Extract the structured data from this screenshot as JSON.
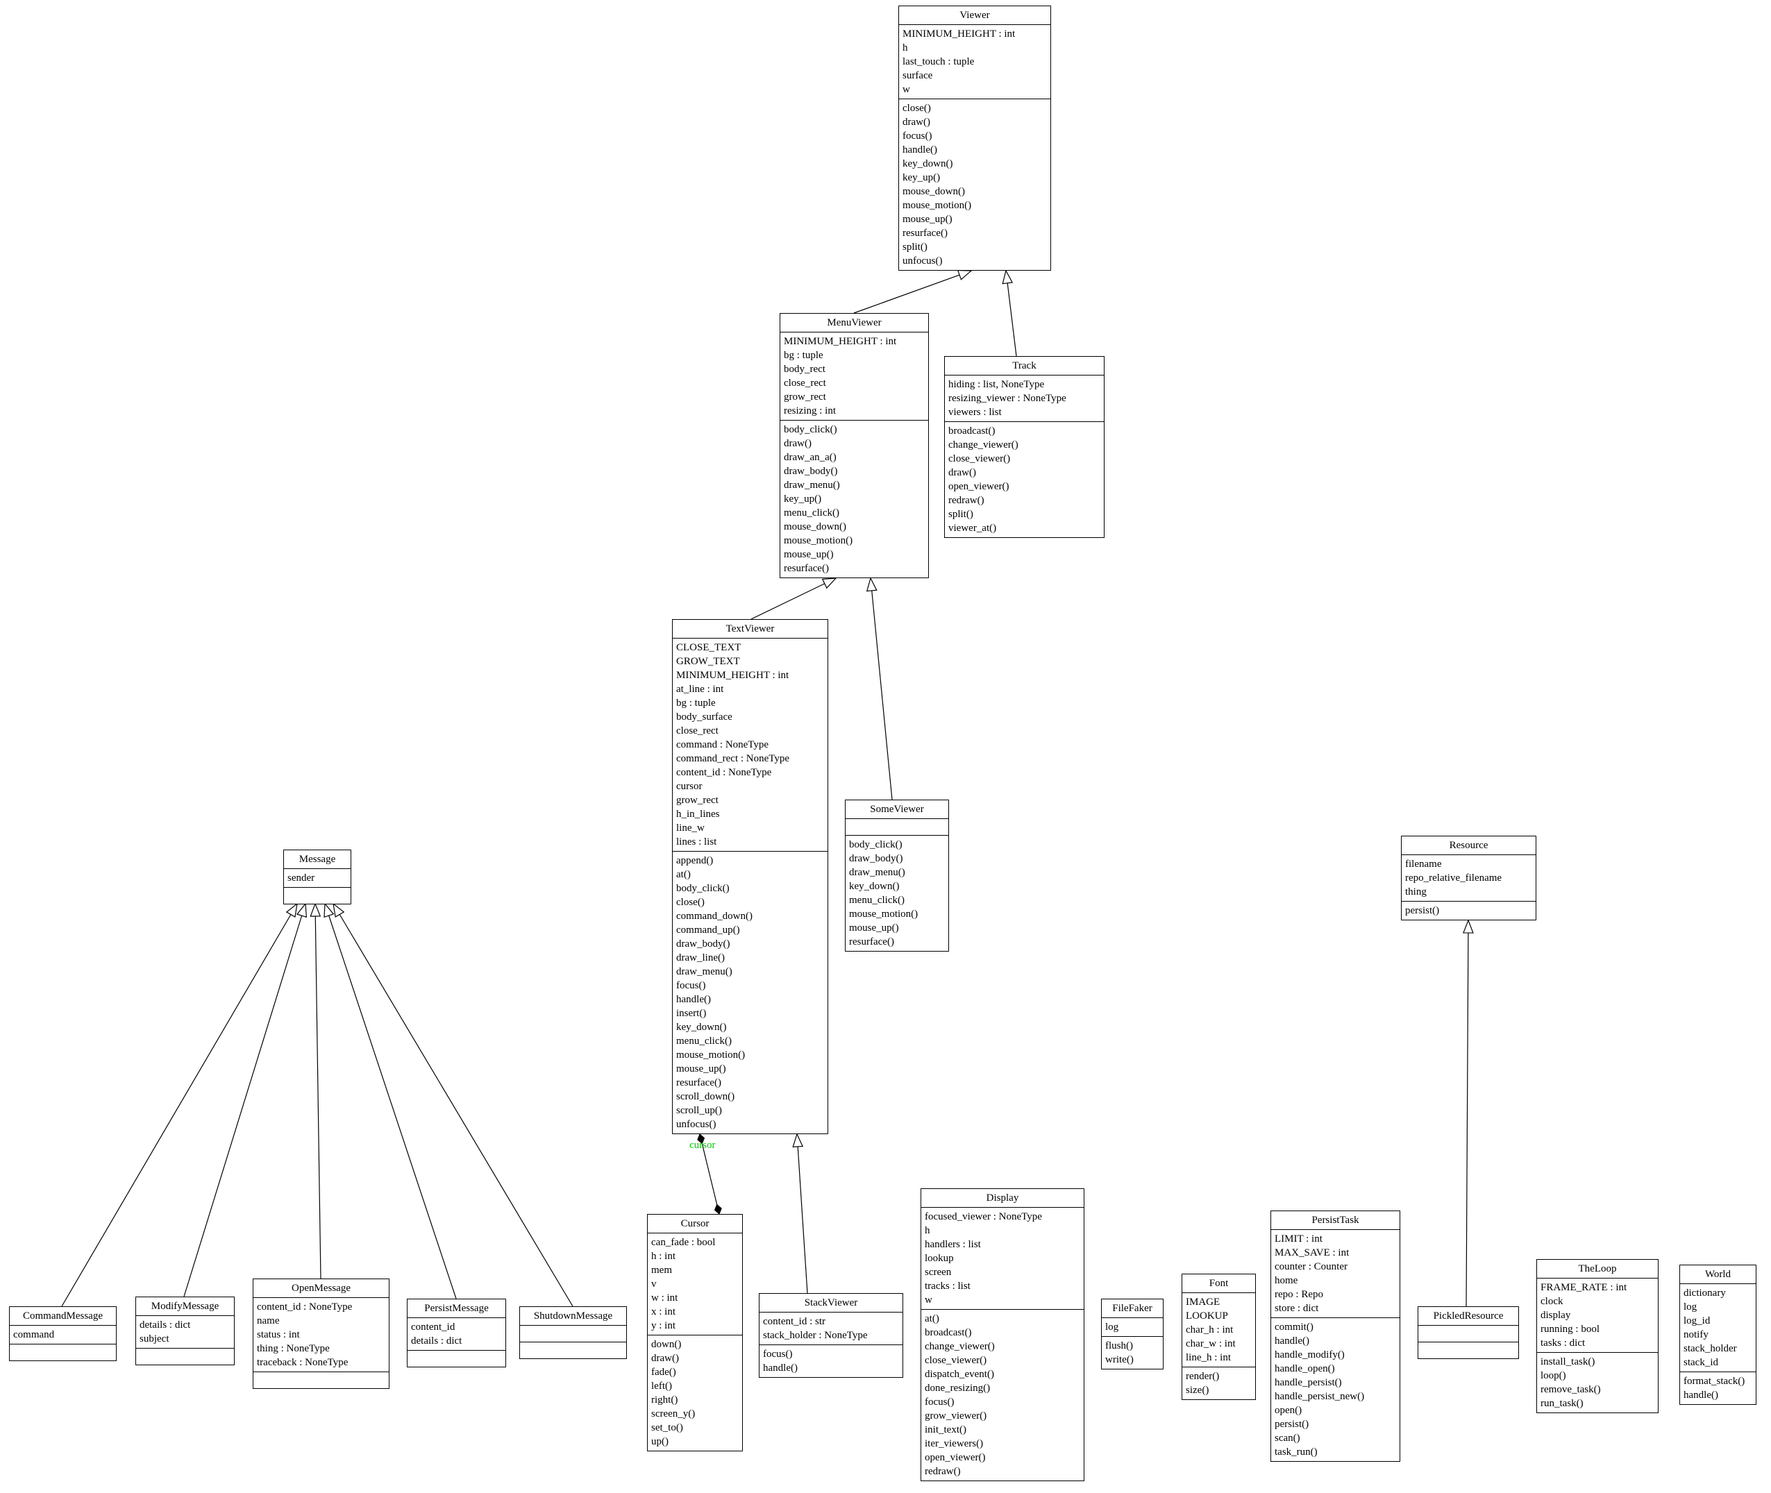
{
  "diagram": {
    "type": "uml-class-diagram",
    "colors": {
      "background": "#ffffff",
      "box_border": "#000000",
      "edge": "#000000",
      "association_label": "#00cc00"
    },
    "classes": [
      {
        "name": "Viewer",
        "attributes": [
          "MINIMUM_HEIGHT : int",
          "h",
          "last_touch : tuple",
          "surface",
          "w"
        ],
        "methods": [
          "close()",
          "draw()",
          "focus()",
          "handle()",
          "key_down()",
          "key_up()",
          "mouse_down()",
          "mouse_motion()",
          "mouse_up()",
          "resurface()",
          "split()",
          "unfocus()"
        ]
      },
      {
        "name": "MenuViewer",
        "attributes": [
          "MINIMUM_HEIGHT : int",
          "bg : tuple",
          "body_rect",
          "close_rect",
          "grow_rect",
          "resizing : int"
        ],
        "methods": [
          "body_click()",
          "draw()",
          "draw_an_a()",
          "draw_body()",
          "draw_menu()",
          "key_up()",
          "menu_click()",
          "mouse_down()",
          "mouse_motion()",
          "mouse_up()",
          "resurface()"
        ]
      },
      {
        "name": "Track",
        "attributes": [
          "hiding : list, NoneType",
          "resizing_viewer : NoneType",
          "viewers : list"
        ],
        "methods": [
          "broadcast()",
          "change_viewer()",
          "close_viewer()",
          "draw()",
          "open_viewer()",
          "redraw()",
          "split()",
          "viewer_at()"
        ]
      },
      {
        "name": "TextViewer",
        "attributes": [
          "CLOSE_TEXT",
          "GROW_TEXT",
          "MINIMUM_HEIGHT : int",
          "at_line : int",
          "bg : tuple",
          "body_surface",
          "close_rect",
          "command : NoneType",
          "command_rect : NoneType",
          "content_id : NoneType",
          "cursor",
          "grow_rect",
          "h_in_lines",
          "line_w",
          "lines : list"
        ],
        "methods": [
          "append()",
          "at()",
          "body_click()",
          "close()",
          "command_down()",
          "command_up()",
          "draw_body()",
          "draw_line()",
          "draw_menu()",
          "focus()",
          "handle()",
          "insert()",
          "key_down()",
          "menu_click()",
          "mouse_motion()",
          "mouse_up()",
          "resurface()",
          "scroll_down()",
          "scroll_up()",
          "unfocus()"
        ]
      },
      {
        "name": "SomeViewer",
        "attributes": [],
        "methods": [
          "body_click()",
          "draw_body()",
          "draw_menu()",
          "key_down()",
          "menu_click()",
          "mouse_motion()",
          "mouse_up()",
          "resurface()"
        ]
      },
      {
        "name": "Message",
        "attributes": [
          "sender"
        ],
        "methods": []
      },
      {
        "name": "CommandMessage",
        "attributes": [
          "command"
        ],
        "methods": []
      },
      {
        "name": "ModifyMessage",
        "attributes": [
          "details : dict",
          "subject"
        ],
        "methods": []
      },
      {
        "name": "OpenMessage",
        "attributes": [
          "content_id : NoneType",
          "name",
          "status : int",
          "thing : NoneType",
          "traceback : NoneType"
        ],
        "methods": []
      },
      {
        "name": "PersistMessage",
        "attributes": [
          "content_id",
          "details : dict"
        ],
        "methods": []
      },
      {
        "name": "ShutdownMessage",
        "attributes": [],
        "methods": []
      },
      {
        "name": "Cursor",
        "attributes": [
          "can_fade : bool",
          "h : int",
          "mem",
          "v",
          "w : int",
          "x : int",
          "y : int"
        ],
        "methods": [
          "down()",
          "draw()",
          "fade()",
          "left()",
          "right()",
          "screen_y()",
          "set_to()",
          "up()"
        ]
      },
      {
        "name": "StackViewer",
        "attributes": [
          "content_id : str",
          "stack_holder : NoneType"
        ],
        "methods": [
          "focus()",
          "handle()"
        ]
      },
      {
        "name": "Display",
        "attributes": [
          "focused_viewer : NoneType",
          "h",
          "handlers : list",
          "lookup",
          "screen",
          "tracks : list",
          "w"
        ],
        "methods": [
          "at()",
          "broadcast()",
          "change_viewer()",
          "close_viewer()",
          "dispatch_event()",
          "done_resizing()",
          "focus()",
          "grow_viewer()",
          "init_text()",
          "iter_viewers()",
          "open_viewer()",
          "redraw()"
        ]
      },
      {
        "name": "FileFaker",
        "attributes": [
          "log"
        ],
        "methods": [
          "flush()",
          "write()"
        ]
      },
      {
        "name": "Font",
        "attributes": [
          "IMAGE",
          "LOOKUP",
          "char_h : int",
          "char_w : int",
          "line_h : int"
        ],
        "methods": [
          "render()",
          "size()"
        ]
      },
      {
        "name": "PersistTask",
        "attributes": [
          "LIMIT : int",
          "MAX_SAVE : int",
          "counter : Counter",
          "home",
          "repo : Repo",
          "store : dict"
        ],
        "methods": [
          "commit()",
          "handle()",
          "handle_modify()",
          "handle_open()",
          "handle_persist()",
          "handle_persist_new()",
          "open()",
          "persist()",
          "scan()",
          "task_run()"
        ]
      },
      {
        "name": "Resource",
        "attributes": [
          "filename",
          "repo_relative_filename",
          "thing"
        ],
        "methods": [
          "persist()"
        ]
      },
      {
        "name": "PickledResource",
        "attributes": [],
        "methods": []
      },
      {
        "name": "TheLoop",
        "attributes": [
          "FRAME_RATE : int",
          "clock",
          "display",
          "running : bool",
          "tasks : dict"
        ],
        "methods": [
          "install_task()",
          "loop()",
          "remove_task()",
          "run_task()"
        ]
      },
      {
        "name": "World",
        "attributes": [
          "dictionary",
          "log",
          "log_id",
          "notify",
          "stack_holder",
          "stack_id"
        ],
        "methods": [
          "format_stack()",
          "handle()"
        ]
      }
    ],
    "edges": [
      {
        "from": "MenuViewer",
        "to": "Viewer",
        "type": "inheritance"
      },
      {
        "from": "Track",
        "to": "Viewer",
        "type": "inheritance"
      },
      {
        "from": "TextViewer",
        "to": "MenuViewer",
        "type": "inheritance"
      },
      {
        "from": "SomeViewer",
        "to": "MenuViewer",
        "type": "inheritance"
      },
      {
        "from": "CommandMessage",
        "to": "Message",
        "type": "inheritance"
      },
      {
        "from": "ModifyMessage",
        "to": "Message",
        "type": "inheritance"
      },
      {
        "from": "OpenMessage",
        "to": "Message",
        "type": "inheritance"
      },
      {
        "from": "PersistMessage",
        "to": "Message",
        "type": "inheritance"
      },
      {
        "from": "ShutdownMessage",
        "to": "Message",
        "type": "inheritance"
      },
      {
        "from": "StackViewer",
        "to": "TextViewer",
        "type": "inheritance"
      },
      {
        "from": "PickledResource",
        "to": "Resource",
        "type": "inheritance"
      },
      {
        "from": "Cursor",
        "to": "TextViewer",
        "type": "composition",
        "label": "cursor"
      }
    ]
  }
}
